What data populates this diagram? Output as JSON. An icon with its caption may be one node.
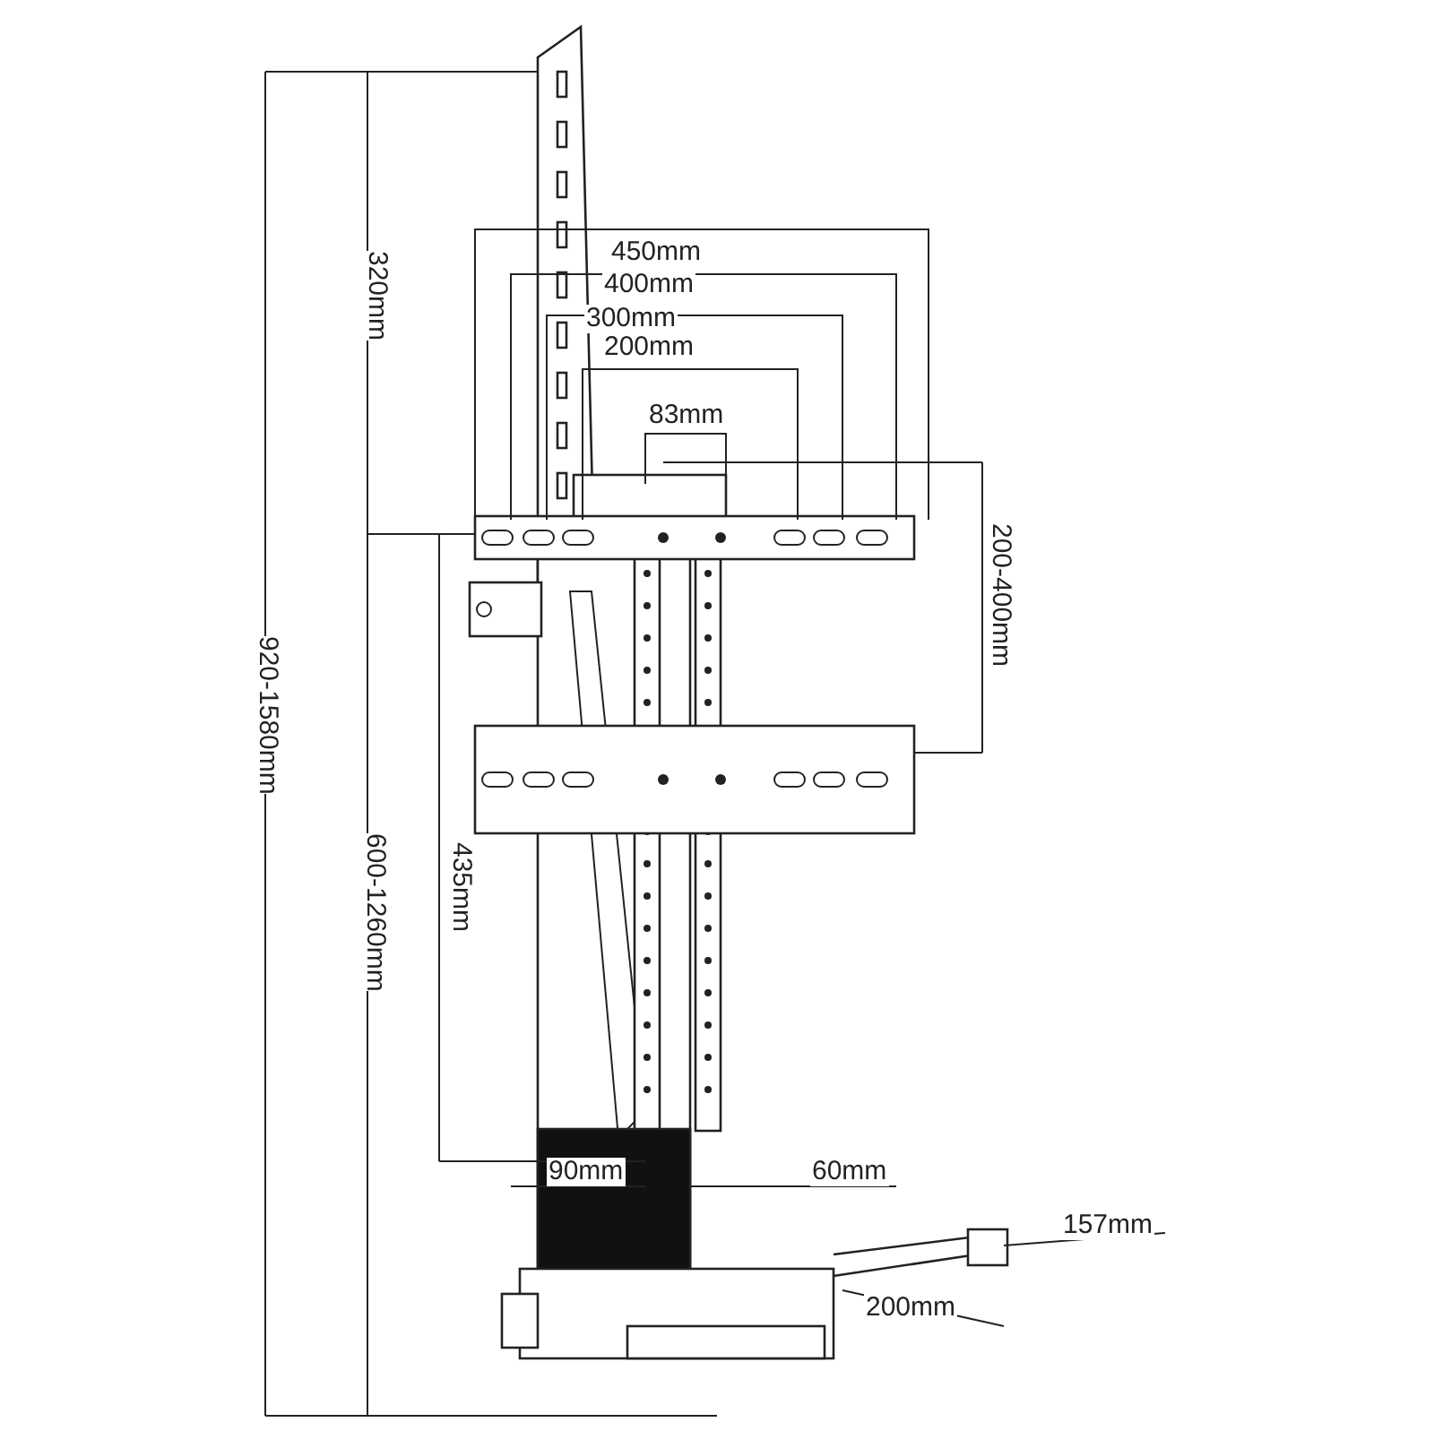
{
  "diagram": {
    "labels": [
      "450mm",
      "400mm",
      "300mm",
      "200mm",
      "320mm",
      "83mm",
      "200-400mm",
      "920-1580mm",
      "435mm",
      "600-1260mm",
      "90mm",
      "60mm",
      "157mm",
      "200mm"
    ]
  }
}
